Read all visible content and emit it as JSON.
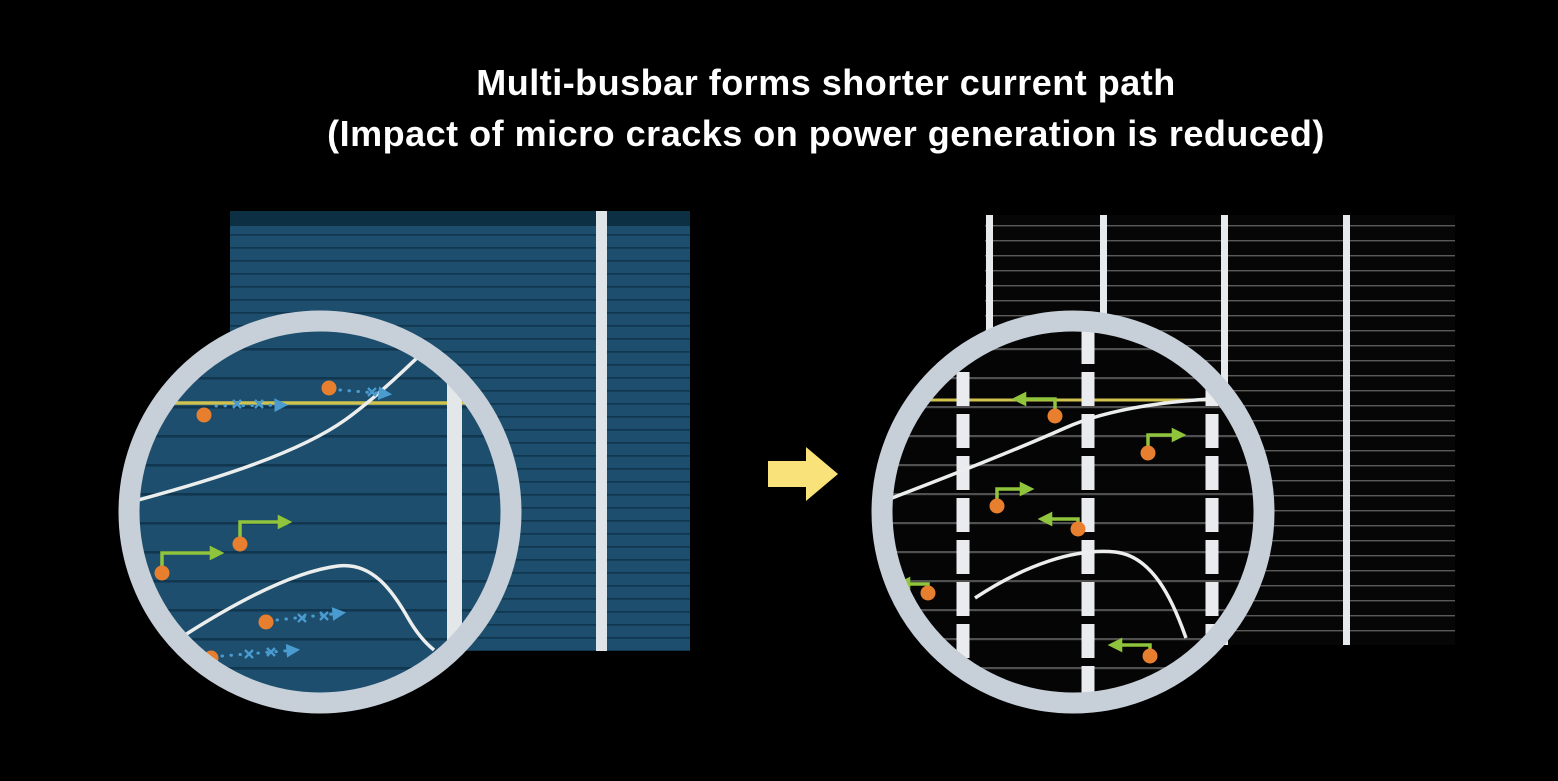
{
  "title": {
    "line1": "Multi-busbar forms shorter current path",
    "line2": "(Impact of micro cracks on power generation is reduced)"
  },
  "panels": {
    "left": "conventional-busbar-cell",
    "right": "multi-busbar-cell"
  },
  "colors": {
    "background": "#000000",
    "title_text": "#ffffff",
    "conventional_cell_blue": "#1d4e6d",
    "cell_finger_line_dark": "#10374f",
    "multi_busbar_cell_black": "#060606",
    "cell_finger_line_gray": "#5a5a5a",
    "busbar_white": "#e7eaec",
    "magnifier_ring": "#c7cfd8",
    "transition_arrow_yellow": "#f9e27a",
    "long_path_arrow_blue": "#4a9bd0",
    "short_path_arrow_green": "#8fc43c",
    "electron_dot_orange": "#e87f2f",
    "micro_crack_white": "#eceeee",
    "highlight_line_yellow": "#cfc24f"
  }
}
